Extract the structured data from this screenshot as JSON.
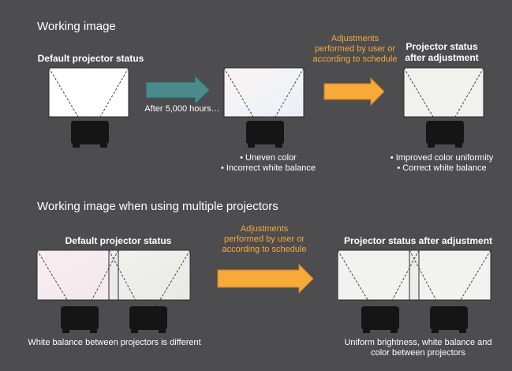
{
  "section1": {
    "title": "Working image",
    "default_label": "Default projector status",
    "after_hours": "After 5,000 hours…",
    "adjust_text": [
      "Adjustments",
      "performed by user or",
      "according to schedule"
    ],
    "adjusted_label": [
      "Projector status",
      "after adjustment"
    ],
    "problem_notes": [
      "• Uneven color",
      "• Incorrect white balance"
    ],
    "result_notes": [
      "• Improved color uniformity",
      "• Correct white balance"
    ]
  },
  "section2": {
    "title": "Working image when using multiple projectors",
    "default_label": "Default projector status",
    "adjust_text": [
      "Adjustments",
      "performed by user or",
      "according to schedule"
    ],
    "adjusted_label": "Projector status after adjustment",
    "problem_note": "White balance between projectors is different",
    "result_notes": [
      "Uniform brightness, white balance and",
      "color between projectors"
    ]
  },
  "colors": {
    "background": "#4d4d4f",
    "teal_arrow": "#4b8b8d",
    "orange_arrow": "#f7a93a",
    "projector_body": "#151515"
  }
}
